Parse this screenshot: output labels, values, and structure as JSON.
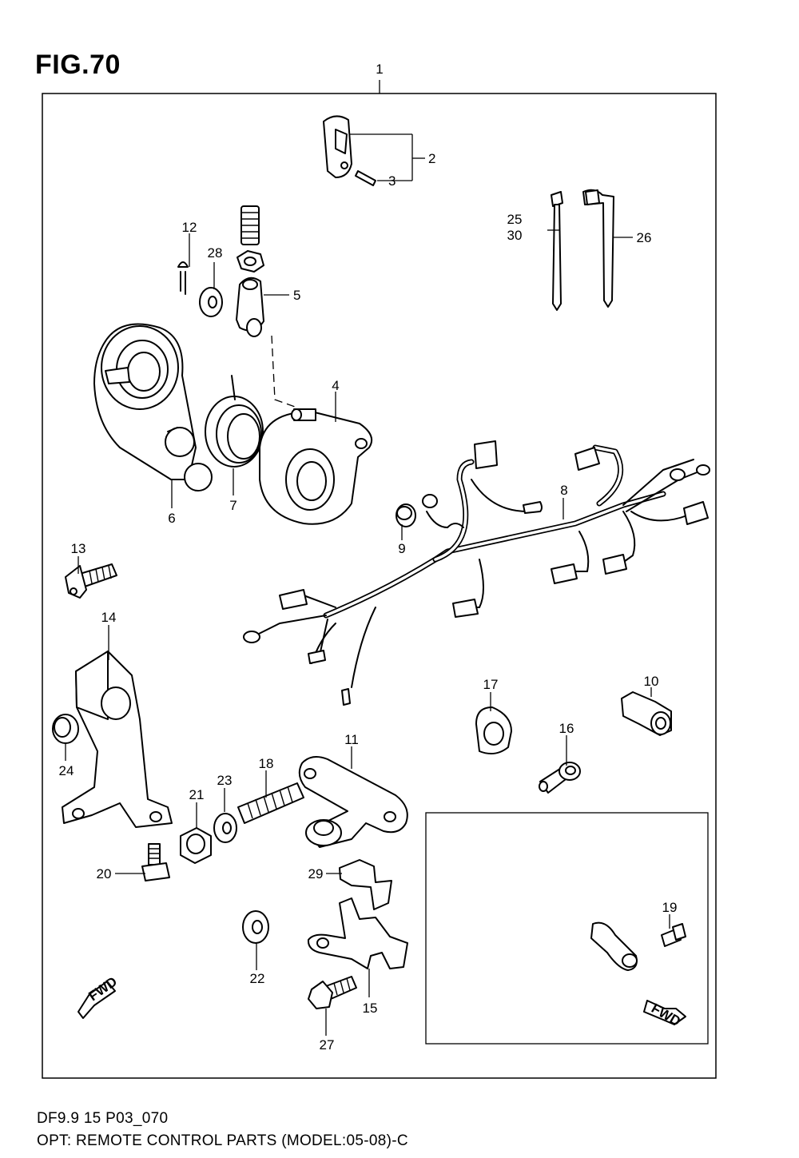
{
  "figure": {
    "title": "FIG.70",
    "model_code": "DF9.9 15 P03_070",
    "description": "OPT: REMOTE CONTROL PARTS (MODEL:05-08)-C"
  },
  "callouts": [
    {
      "id": "c1",
      "label": "1"
    },
    {
      "id": "c2",
      "label": "2"
    },
    {
      "id": "c3",
      "label": "3"
    },
    {
      "id": "c4",
      "label": "4"
    },
    {
      "id": "c5",
      "label": "5"
    },
    {
      "id": "c6",
      "label": "6"
    },
    {
      "id": "c7",
      "label": "7"
    },
    {
      "id": "c8",
      "label": "8"
    },
    {
      "id": "c9",
      "label": "9"
    },
    {
      "id": "c10",
      "label": "10"
    },
    {
      "id": "c11",
      "label": "11"
    },
    {
      "id": "c12",
      "label": "12"
    },
    {
      "id": "c13",
      "label": "13"
    },
    {
      "id": "c14",
      "label": "14"
    },
    {
      "id": "c15",
      "label": "15"
    },
    {
      "id": "c16",
      "label": "16"
    },
    {
      "id": "c17",
      "label": "17"
    },
    {
      "id": "c18",
      "label": "18"
    },
    {
      "id": "c19",
      "label": "19"
    },
    {
      "id": "c20",
      "label": "20"
    },
    {
      "id": "c21",
      "label": "21"
    },
    {
      "id": "c22",
      "label": "22"
    },
    {
      "id": "c23",
      "label": "23"
    },
    {
      "id": "c24",
      "label": "24"
    },
    {
      "id": "c25",
      "label": "25"
    },
    {
      "id": "c26",
      "label": "26"
    },
    {
      "id": "c27",
      "label": "27"
    },
    {
      "id": "c28",
      "label": "28"
    },
    {
      "id": "c29",
      "label": "29"
    },
    {
      "id": "c30",
      "label": "30"
    }
  ],
  "fwd_markers": [
    "FWD",
    "FWD"
  ]
}
